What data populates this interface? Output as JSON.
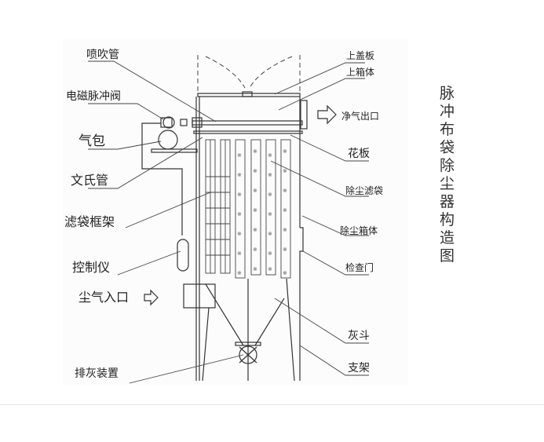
{
  "title": "脉冲布袋除尘器构造图",
  "labels_left": {
    "blow_pipe": "喷吹管",
    "pulse_valve": "电磁脉冲阀",
    "air_bag": "气包",
    "venturi": "文氏管",
    "bag_cage": "滤袋框架",
    "controller": "控制仪",
    "dust_inlet": "尘气入口",
    "discharge": "排灰装置"
  },
  "labels_right": {
    "top_cover": "上盖板",
    "upper_box": "上箱体",
    "clean_outlet": "净气出口",
    "tube_sheet": "花板",
    "filter_bag": "除尘滤袋",
    "dust_box": "除尘箱体",
    "inspection_door": "检查门",
    "hopper": "灰斗",
    "support": "支架"
  }
}
